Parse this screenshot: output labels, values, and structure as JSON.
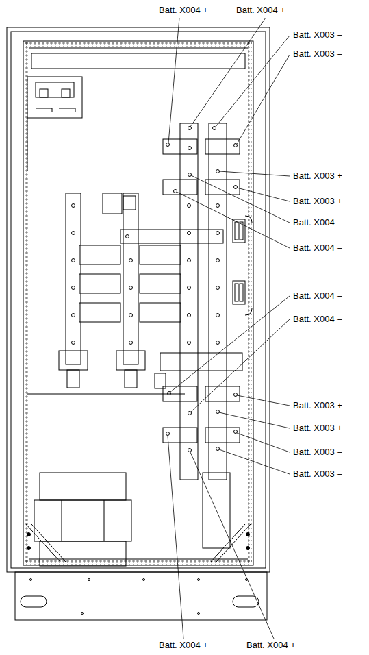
{
  "diagram": {
    "labels": [
      "Batt. X004 +",
      "Batt. X004 +",
      "Batt. X003 –",
      "Batt. X003 –",
      "Batt. X003 +",
      "Batt. X003 +",
      "Batt. X004 –",
      "Batt. X004 –",
      "Batt. X004 –",
      "Batt. X004 –",
      "Batt. X003 +",
      "Batt. X003 +",
      "Batt. X003 –",
      "Batt. X003 –",
      "Batt. X004 +",
      "Batt. X004 +"
    ]
  }
}
